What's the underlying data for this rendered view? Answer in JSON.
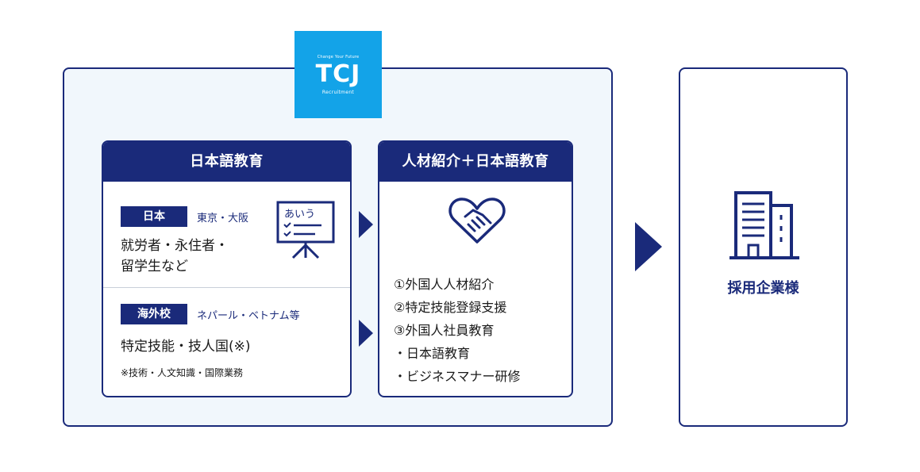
{
  "logo": {
    "tagline": "Change Your Future",
    "brand": "TCJ",
    "subtitle": "Recruitment"
  },
  "left_card": {
    "title": "日本語教育",
    "japan": {
      "badge": "日本",
      "locations": "東京・大阪",
      "description_line1": "就労者・永住者・",
      "description_line2": "留学生など",
      "board_text": "あいう"
    },
    "overseas": {
      "badge": "海外校",
      "locations": "ネパール・ベトナム等",
      "description": "特定技能・技人国(※)",
      "note": "※技術・人文知識・国際業務"
    }
  },
  "middle_card": {
    "title": "人材紹介＋日本語教育",
    "items": [
      "①外国人人材紹介",
      "②特定技能登録支援",
      "③外国人社員教育",
      "・日本語教育",
      "・ビジネスマナー研修"
    ]
  },
  "right_box": {
    "label": "採用企業様"
  },
  "colors": {
    "navy": "#1a2a7a",
    "logo_blue": "#13a3e8",
    "panel_bg": "#f1f7fc"
  }
}
